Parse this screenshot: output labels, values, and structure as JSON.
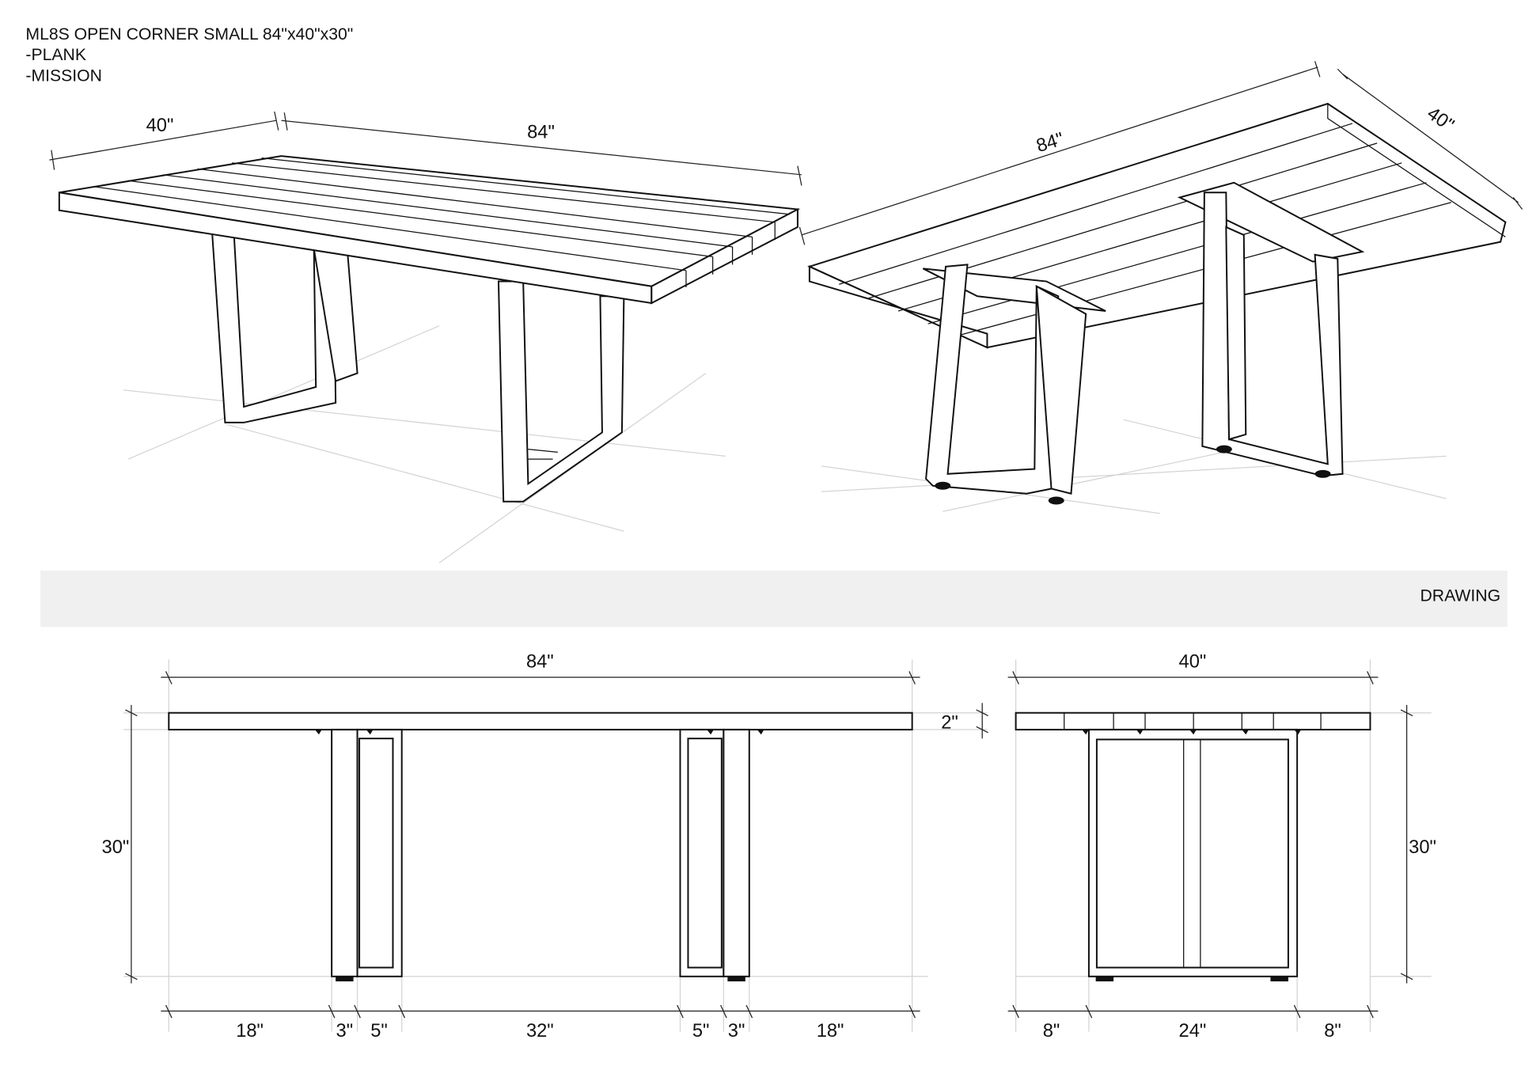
{
  "title": {
    "line1": "ML8S  OPEN CORNER SMALL  84\"x40\"x30\"",
    "line2": "-PLANK",
    "line3": "-MISSION"
  },
  "perspective_front": {
    "width_label": "40\"",
    "length_label": "84\""
  },
  "perspective_under": {
    "length_label": "84\"",
    "width_label": "40\""
  },
  "section_band": {
    "label": "DRAWING"
  },
  "front_elevation": {
    "length_label": "84\"",
    "height_label": "30\"",
    "top_thickness_label": "2\"",
    "bottom_dims": [
      "18\"",
      "3\"",
      "5\"",
      "32\"",
      "5\"",
      "3\"",
      "18\""
    ]
  },
  "side_elevation": {
    "width_label": "40\"",
    "height_label": "30\"",
    "bottom_dims": [
      "8\"",
      "24\"",
      "8\""
    ]
  }
}
